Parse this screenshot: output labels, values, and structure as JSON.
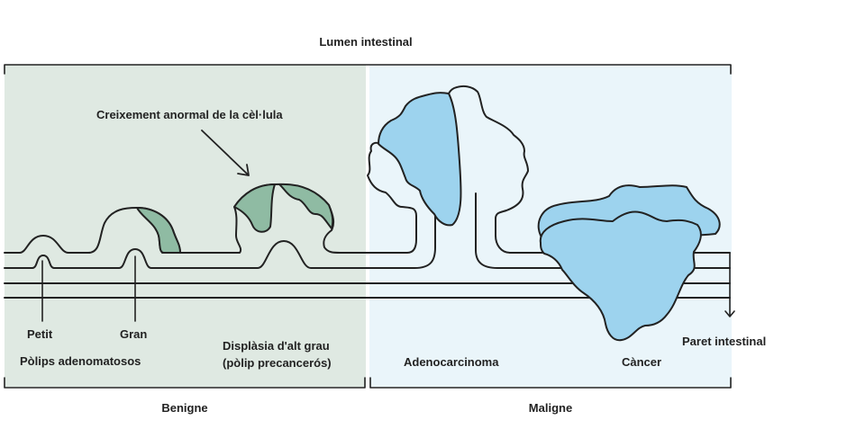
{
  "labels": {
    "lumen": "Lumen intestinal",
    "abnormal_growth": "Creixement anormal de la cèl·lula",
    "small": "Petit",
    "large": "Gran",
    "adenomatous_polyps": "Pòlips adenomatosos",
    "dysplasia_line1": "Displàsia d'alt grau",
    "dysplasia_line2": "(pòlip precancerós)",
    "adenocarcinoma": "Adenocarcinoma",
    "cancer": "Càncer",
    "wall": "Paret intestinal",
    "benign": "Benigne",
    "malignant": "Maligne"
  },
  "colors": {
    "benign_bg": "#dfe9e2",
    "benign_fill": "#8fbba3",
    "malignant_bg": "#eaf5fa",
    "malignant_fill": "#9dd3ee",
    "stroke": "#222222"
  }
}
